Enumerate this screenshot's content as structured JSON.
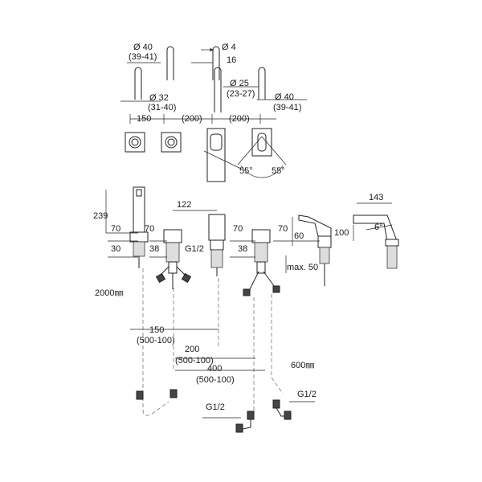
{
  "top_view": {
    "dia_40_a": "Ø 40",
    "range_39_41_a": "(39-41)",
    "dia_4": "Ø 4",
    "dim_16": "16",
    "dia_32": "Ø 32",
    "range_31_40": "(31-40)",
    "dia_25": "Ø 25",
    "range_23_27": "(23-27)",
    "dia_40_b": "Ø 40",
    "range_39_41_b": "(39-41)",
    "dim_150": "150",
    "dim_200_a": "(200)",
    "dim_200_b": "(200)",
    "angle_left": "55°",
    "angle_right": "55°"
  },
  "side_view": {
    "dim_239": "239",
    "dim_70_a": "70",
    "dim_30": "30",
    "dim_70_b": "70",
    "dim_38_a": "38",
    "dim_122": "122",
    "g12_mid": "G1/2",
    "dim_70_c": "70",
    "dim_38_b": "38",
    "dim_70_d": "70",
    "dim_60": "60",
    "max50": "max. 50",
    "dim_143": "143",
    "dim_100": "100",
    "angle_6": "6°",
    "hose_2000": "2000㎜",
    "dim_150": "150",
    "range_500_100_a": "(500-100)",
    "dim_200": "200",
    "range_500_100_b": "(500-100)",
    "dim_400": "400",
    "range_500_100_c": "(500-100)",
    "hose_600": "600㎜",
    "g12_left": "G1/2",
    "g12_right": "G1/2"
  }
}
